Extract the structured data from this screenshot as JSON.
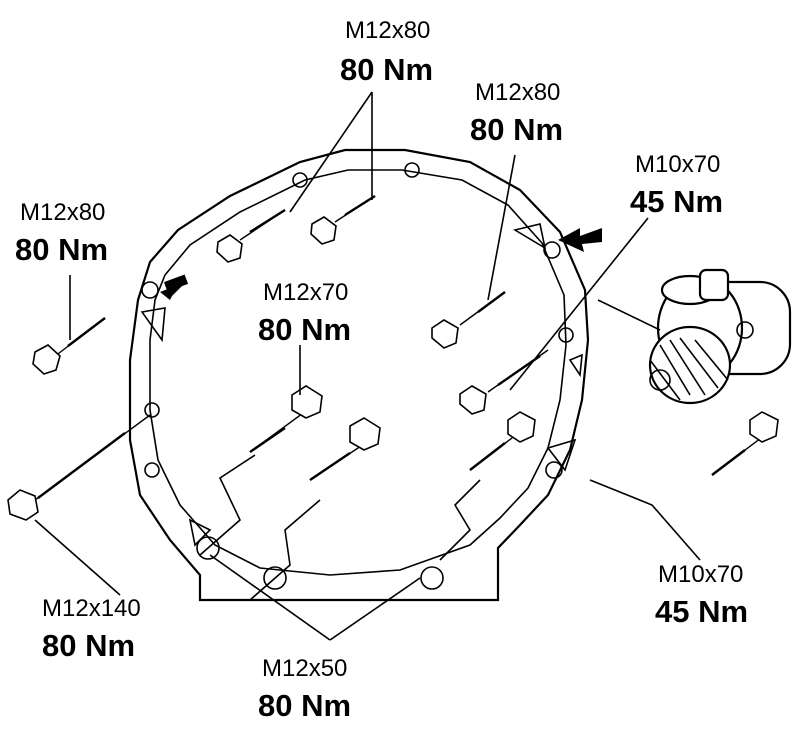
{
  "callouts": {
    "top_left_upper": {
      "size": "M12x80",
      "torque": "80 Nm"
    },
    "top_right_upper": {
      "size": "M12x80",
      "torque": "80 Nm"
    },
    "left": {
      "size": "M12x80",
      "torque": "80 Nm"
    },
    "center": {
      "size": "M12x70",
      "torque": "80 Nm"
    },
    "right_upper": {
      "size": "M10x70",
      "torque": "45 Nm"
    },
    "right_lower": {
      "size": "M10x70",
      "torque": "45 Nm"
    },
    "bottom_left": {
      "size": "M12x140",
      "torque": "80 Nm"
    },
    "bottom_center": {
      "size": "M12x50",
      "torque": "80 Nm"
    }
  }
}
